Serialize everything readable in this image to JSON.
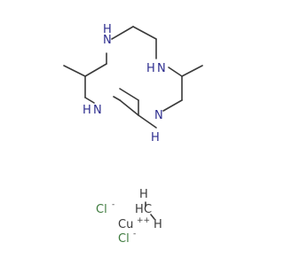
{
  "molecule": {
    "nitrogen_labels": [
      "N",
      "N",
      "N",
      "N"
    ],
    "nh_suffix": "H",
    "counterions": [
      {
        "symbol": "Cl",
        "charge": "-"
      },
      {
        "symbol": "Cl",
        "charge": "-"
      }
    ],
    "metal": {
      "symbol": "Cu",
      "charge": "++"
    },
    "methyl_group": {
      "carbon": "C",
      "h_top": "H",
      "h_left": "H",
      "h_right": "H"
    }
  },
  "colors": {
    "bond": "#3a3a3a",
    "nitrogen": "#2d2d8f",
    "chlorine": "#3d7a3d",
    "metal": "#3a3a3a"
  }
}
